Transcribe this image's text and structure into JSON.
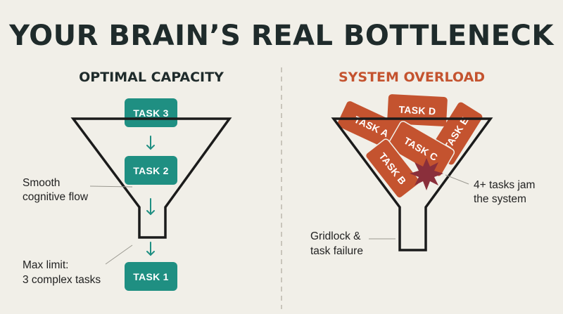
{
  "title": "YOUR BRAIN’S REAL BOTTLENECK",
  "colors": {
    "background": "#f1efe8",
    "teal": "#1f8f82",
    "rust": "#c4532f",
    "jam_burst": "#8a2f3b",
    "outline": "#1b1b1b",
    "divider": "#c9c5bb"
  },
  "left": {
    "heading": "OPTIMAL CAPACITY",
    "tasks": [
      "TASK 3",
      "TASK 2",
      "TASK 1"
    ],
    "arrow_icon": "arrow-down-icon",
    "annotations": {
      "flow": [
        "Smooth",
        "cognitive flow"
      ],
      "limit": [
        "Max limit:",
        "3 complex tasks"
      ]
    }
  },
  "right": {
    "heading": "SYSTEM OVERLOAD",
    "tasks": [
      "TASK D",
      "TASK A",
      "TASK C",
      "TASK E",
      "TASK B"
    ],
    "jam_icon": "starburst-icon",
    "annotations": {
      "jam": [
        "4+ tasks jam",
        "the system"
      ],
      "failure": [
        "Gridlock &",
        "task failure"
      ]
    }
  }
}
